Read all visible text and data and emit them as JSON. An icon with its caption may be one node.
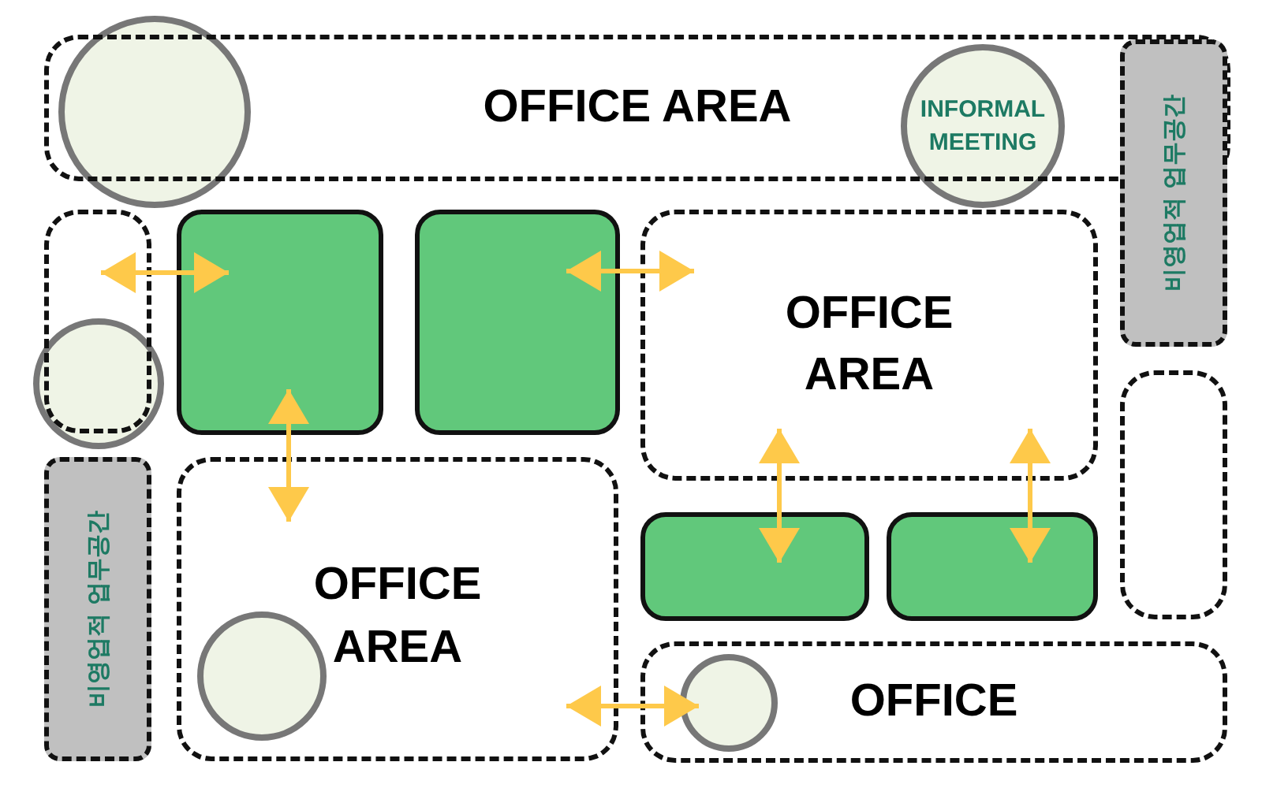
{
  "diagram": {
    "nodes": [
      {
        "text": [
          "OFFICE AREA"
        ]
      },
      {
        "text": [],
        "shape": "circle"
      },
      {
        "text": [
          "INFORMAL MEETING"
        ]
      },
      {
        "text": [
          "비영업적 업무공간"
        ]
      },
      {
        "text": [],
        "shape": "box"
      },
      {
        "text": [],
        "shape": "circle"
      },
      {
        "text": [],
        "shape": "box"
      },
      {
        "text": [],
        "shape": "box"
      },
      {
        "text": [
          "OFFICE AREA"
        ]
      },
      {
        "text": [],
        "shape": "box"
      },
      {
        "text": [
          "비영업적 업무공간"
        ]
      },
      {
        "text": [
          "OFFICE AREA"
        ]
      },
      {
        "text": [],
        "shape": "circle",
        "in": 11
      },
      {
        "text": [],
        "shape": "box"
      },
      {
        "text": [],
        "shape": "box"
      },
      {
        "text": [
          "OFFICE"
        ]
      },
      {
        "text": [],
        "shape": "circle",
        "in": 15
      }
    ],
    "edges": [
      {
        "from": 4,
        "to": 6,
        "arrow": "both"
      },
      {
        "from": 6,
        "to": 11,
        "arrow": "both"
      },
      {
        "from": 7,
        "to": 8,
        "arrow": "both"
      },
      {
        "from": 8,
        "to": 13,
        "arrow": "both"
      },
      {
        "from": 8,
        "to": 14,
        "arrow": "both"
      },
      {
        "from": 11,
        "to": 16,
        "arrow": "both"
      }
    ]
  }
}
